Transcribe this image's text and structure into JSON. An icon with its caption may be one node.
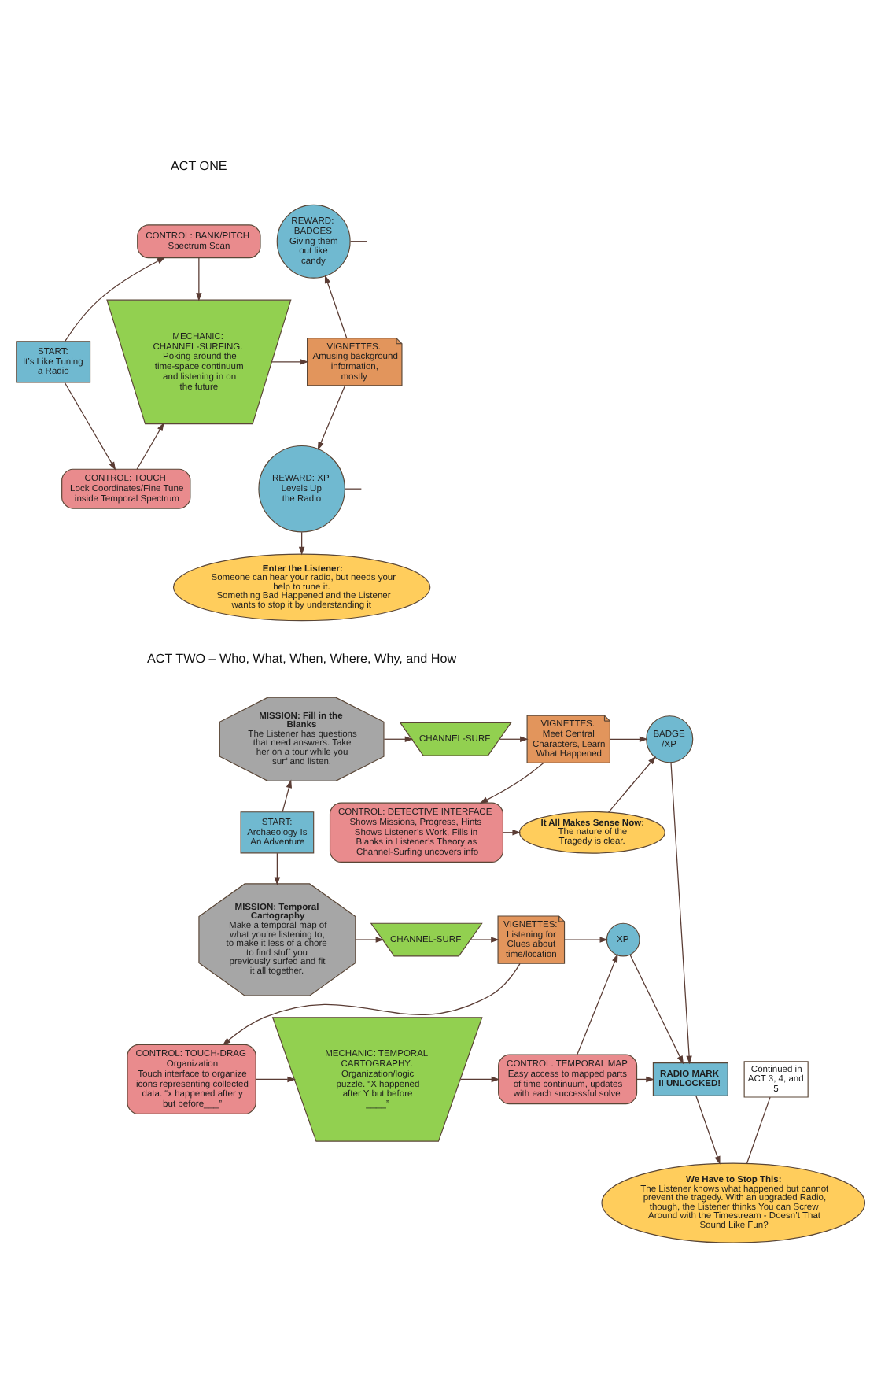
{
  "diagram": {
    "nodes": [
      {
        "text": [
          "START:",
          "It’s Like Tuning a Radio"
        ]
      },
      {
        "text": [
          "CONTROL: BANK/PITCH",
          "Spectrum Scan"
        ]
      },
      {
        "text": [
          "CONTROL: TOUCH",
          "Lock Coordinates/Fine Tune inside Temporal Spectrum"
        ]
      },
      {
        "text": [
          "MECHANIC: CHANNEL-SURFING:",
          "Poking around the time-space continuum and listening in on the future"
        ]
      },
      {
        "text": [
          "VIGNETTES:",
          "Amusing background information, mostly"
        ]
      },
      {
        "text": [
          "REWARD: BADGES",
          "Giving them out like candy"
        ]
      },
      {
        "text": [
          "REWARD: XP",
          "Levels Up the Radio"
        ]
      },
      {
        "text": [
          "Enter the Listener:",
          "Someone can hear your radio, but needs your help to tune it.",
          "Something Bad Happened and the Listener wants to stop it by understanding it"
        ]
      },
      {
        "text": [
          "START:",
          "Archaeology Is An Adventure"
        ]
      },
      {
        "text": [
          "MISSION: Fill in the Blanks",
          "The Listener has questions that need answers. Take her on a tour while you surf and listen."
        ]
      },
      {
        "text": [
          "CHANNEL-SURF"
        ]
      },
      {
        "text": [
          "VIGNETTES:",
          "Meet Central Characters, Learn What Happened"
        ]
      },
      {
        "text": [
          "BADGE /XP"
        ]
      },
      {
        "text": [
          "CONTROL: DETECTIVE INTERFACE",
          "Shows Missions, Progress, Hints",
          "Shows Listener’s Work, Fills in Blanks in Listener’s Theory as Channel-Surfing uncovers info"
        ]
      },
      {
        "text": [
          "It All Makes Sense Now:",
          "The nature of the Tragedy is clear."
        ]
      },
      {
        "text": [
          "MISSION: Temporal Cartography",
          "Make a temporal map of what you’re listening to, to make it less of a chore to find stuff you previously surfed and fit it all together."
        ]
      },
      {
        "text": [
          "CHANNEL-SURF"
        ]
      },
      {
        "text": [
          "VIGNETTES:",
          "Listening for Clues about time/location"
        ]
      },
      {
        "text": [
          "XP"
        ]
      },
      {
        "text": [
          "CONTROL: TOUCH-DRAG Organization",
          "Touch interface to organize icons representing collected data: “x happened after y but before___”"
        ]
      },
      {
        "text": [
          "MECHANIC: TEMPORAL CARTOGRAPHY:",
          "Organization/logic puzzle. “X happened after Y but before ____”"
        ]
      },
      {
        "text": [
          "CONTROL: TEMPORAL MAP",
          "Easy access to mapped parts of time continuum, updates with each successful solve"
        ]
      },
      {
        "text": [
          "RADIO MARK II UNLOCKED!"
        ]
      },
      {
        "text": [
          "Continued in ACT 3, 4, and 5"
        ]
      },
      {
        "text": [
          "We Have to Stop This:",
          "The Listener knows what happened but cannot prevent the tragedy. With an upgraded Radio, though, the Listener thinks You can Screw Around with the Timestream - Doesn’t That Sound Like Fun?"
        ]
      }
    ],
    "edges": [
      {
        "from": 0,
        "to": 1,
        "arrow": "to"
      },
      {
        "from": 0,
        "to": 2,
        "arrow": "to"
      },
      {
        "from": 1,
        "to": 3,
        "arrow": "to"
      },
      {
        "from": 2,
        "to": 3,
        "arrow": "to"
      },
      {
        "from": 3,
        "to": 4,
        "arrow": "to"
      },
      {
        "from": 4,
        "to": 5,
        "arrow": "to"
      },
      {
        "from": 4,
        "to": 6,
        "arrow": "to"
      },
      {
        "from": 6,
        "to": 7,
        "arrow": "to"
      },
      {
        "from": 5,
        "to": null,
        "arrow": "none"
      },
      {
        "from": 6,
        "to": null,
        "arrow": "none"
      },
      {
        "from": 8,
        "to": 9,
        "arrow": "to"
      },
      {
        "from": 9,
        "to": 10,
        "arrow": "to"
      },
      {
        "from": 10,
        "to": 11,
        "arrow": "to"
      },
      {
        "from": 11,
        "to": 12,
        "arrow": "to"
      },
      {
        "from": 11,
        "to": 13,
        "arrow": "to"
      },
      {
        "from": 13,
        "to": 14,
        "arrow": "to"
      },
      {
        "from": 14,
        "to": 12,
        "arrow": "to"
      },
      {
        "from": 8,
        "to": 15,
        "arrow": "to"
      },
      {
        "from": 15,
        "to": 16,
        "arrow": "to"
      },
      {
        "from": 16,
        "to": 17,
        "arrow": "to"
      },
      {
        "from": 17,
        "to": 18,
        "arrow": "to"
      },
      {
        "from": 17,
        "to": 19,
        "arrow": "to"
      },
      {
        "from": 19,
        "to": 20,
        "arrow": "to"
      },
      {
        "from": 20,
        "to": 21,
        "arrow": "to"
      },
      {
        "from": 21,
        "to": 18,
        "arrow": "to"
      },
      {
        "from": 18,
        "to": 22,
        "arrow": "to"
      },
      {
        "from": 21,
        "to": 22,
        "arrow": "to"
      },
      {
        "from": 12,
        "to": 22,
        "arrow": "to"
      },
      {
        "from": 22,
        "to": 24,
        "arrow": "to"
      },
      {
        "from": 23,
        "to": 24,
        "arrow": "none"
      }
    ],
    "labels": [
      "ACT ONE",
      "ACT TWO – Who, What, When, Where, Why, and How"
    ]
  }
}
